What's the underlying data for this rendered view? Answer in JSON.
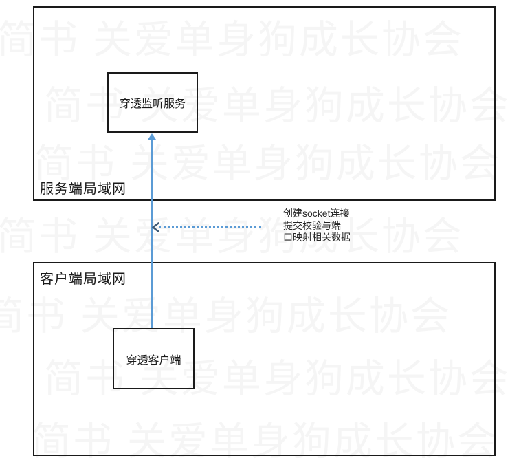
{
  "diagram": {
    "watermark": {
      "text": "简书 关爱单身狗成长协会",
      "color": "#f5f5f5"
    },
    "server_lan": {
      "label": "服务端局域网",
      "node_label": "穿透监听服务"
    },
    "client_lan": {
      "label": "客户端局域网",
      "node_label": "穿透客户端"
    },
    "connection": {
      "annotation_lines": [
        "创建socket连接",
        "提交校验与端",
        "口映射相关数据"
      ],
      "arrow_color": "#5B9BD5",
      "arrowhead_dark_color": "#3E5A75"
    }
  }
}
